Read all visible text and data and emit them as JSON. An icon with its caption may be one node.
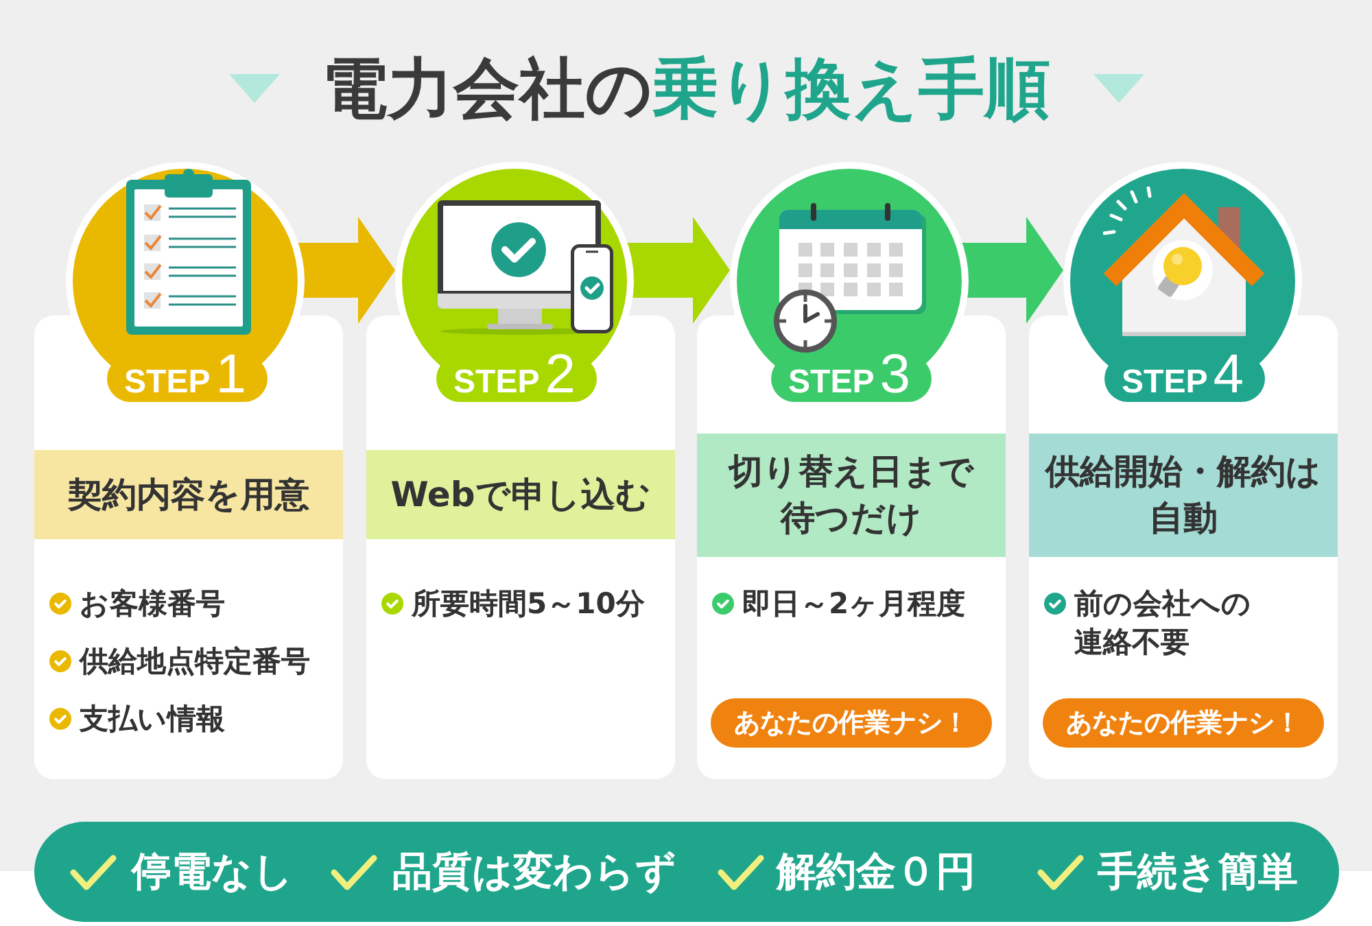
{
  "diagram": {
    "title": "電力会社の**乗り換え手順**",
    "nodes": [
      {
        "text": [
          "STEP",
          "1"
        ]
      },
      {
        "text": [
          "お客様番号",
          "供給地点特定番号",
          "支払い情報"
        ]
      },
      {
        "text": [
          "契約内容を用意"
        ],
        "in": 1
      },
      {
        "text": [
          "STEP",
          "2"
        ]
      },
      {
        "text": [
          "所要時間5～10分"
        ]
      },
      {
        "text": [
          "Webで申し込む"
        ],
        "in": 4
      },
      {
        "text": [
          "STEP",
          "3"
        ]
      },
      {
        "text": [
          "即日～2ヶ月程度"
        ]
      },
      {
        "text": [
          "切り替え日まで待つだけ"
        ],
        "in": 7
      },
      {
        "text": [
          "あなたの作業ナシ！"
        ],
        "in": 7
      },
      {
        "text": [
          "STEP",
          "4"
        ]
      },
      {
        "text": [
          "前の会社への連絡不要"
        ]
      },
      {
        "text": [
          "供給開始・解約は自動"
        ],
        "in": 11
      },
      {
        "text": [
          "あなたの作業ナシ！"
        ],
        "in": 11
      },
      {
        "text": [
          "停電なし",
          "品質は変わらず",
          "解約金０円",
          "手続き簡単"
        ]
      }
    ],
    "edges": [
      {
        "from": 0,
        "to": 3,
        "arrow": "to",
        "color": "#e9b800"
      },
      {
        "from": 3,
        "to": 6,
        "arrow": "to",
        "color": "#a8d800"
      },
      {
        "from": 6,
        "to": 10,
        "arrow": "to",
        "color": "#3ccb6b"
      }
    ]
  }
}
